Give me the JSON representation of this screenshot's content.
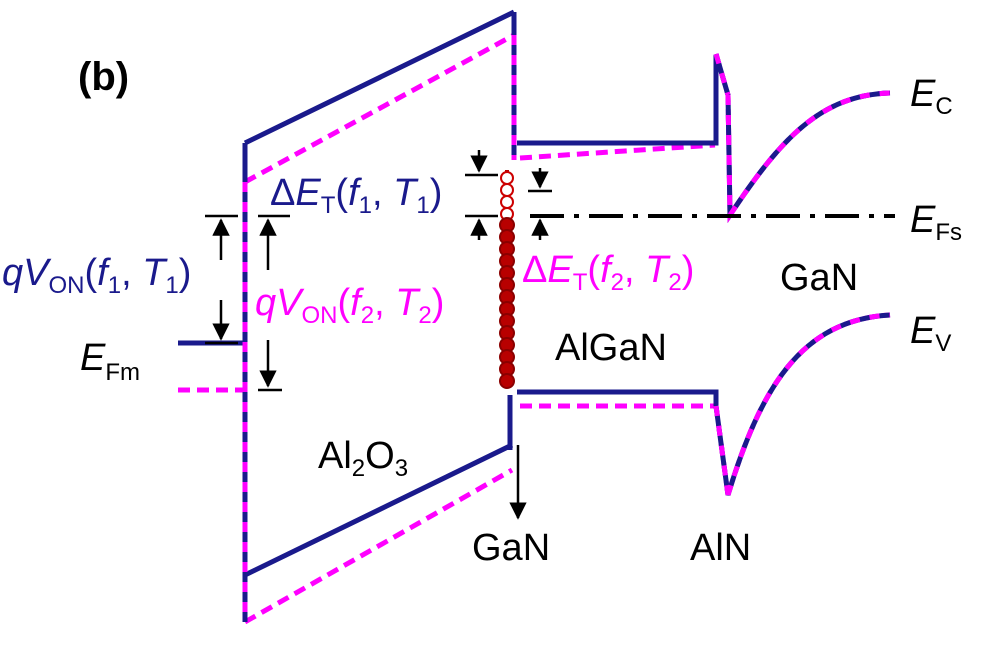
{
  "panel_label": "(b)",
  "colors": {
    "blue": "#1a1a8c",
    "magenta": "#ff00ff",
    "black": "#000000",
    "trap_red": "#b80000"
  },
  "band_labels": {
    "ec": {
      "main": "E",
      "sub": "C"
    },
    "efs": {
      "main": "E",
      "sub": "Fs"
    },
    "ev": {
      "main": "E",
      "sub": "V"
    },
    "efm": {
      "main": "E",
      "sub": "Fm"
    }
  },
  "material_labels": {
    "oxide": {
      "a": "Al",
      "a_sub": "2",
      "b": "O",
      "b_sub": "3"
    },
    "algan": "AlGaN",
    "gan_right": "GaN",
    "gan_cap": "GaN",
    "aln": "AlN"
  },
  "annotations": {
    "qvon1": {
      "q": "q",
      "v": "V",
      "v_sub": "ON",
      "open": "(",
      "f": "f",
      "f_sub": "1",
      "comma": ", ",
      "t": "T",
      "t_sub": "1",
      "close": ")"
    },
    "qvon2": {
      "q": "q",
      "v": "V",
      "v_sub": "ON",
      "open": "(",
      "f": "f",
      "f_sub": "2",
      "comma": ", ",
      "t": "T",
      "t_sub": "2",
      "close": ")"
    },
    "det1": {
      "delta": "Δ",
      "e": "E",
      "e_sub": "T",
      "open": "(",
      "f": "f",
      "f_sub": "1",
      "comma": ", ",
      "t": "T",
      "t_sub": "1",
      "close": ")"
    },
    "det2": {
      "delta": "Δ",
      "e": "E",
      "e_sub": "T",
      "open": "(",
      "f": "f",
      "f_sub": "2",
      "comma": ", ",
      "t": "T",
      "t_sub": "2",
      "close": ")"
    }
  }
}
